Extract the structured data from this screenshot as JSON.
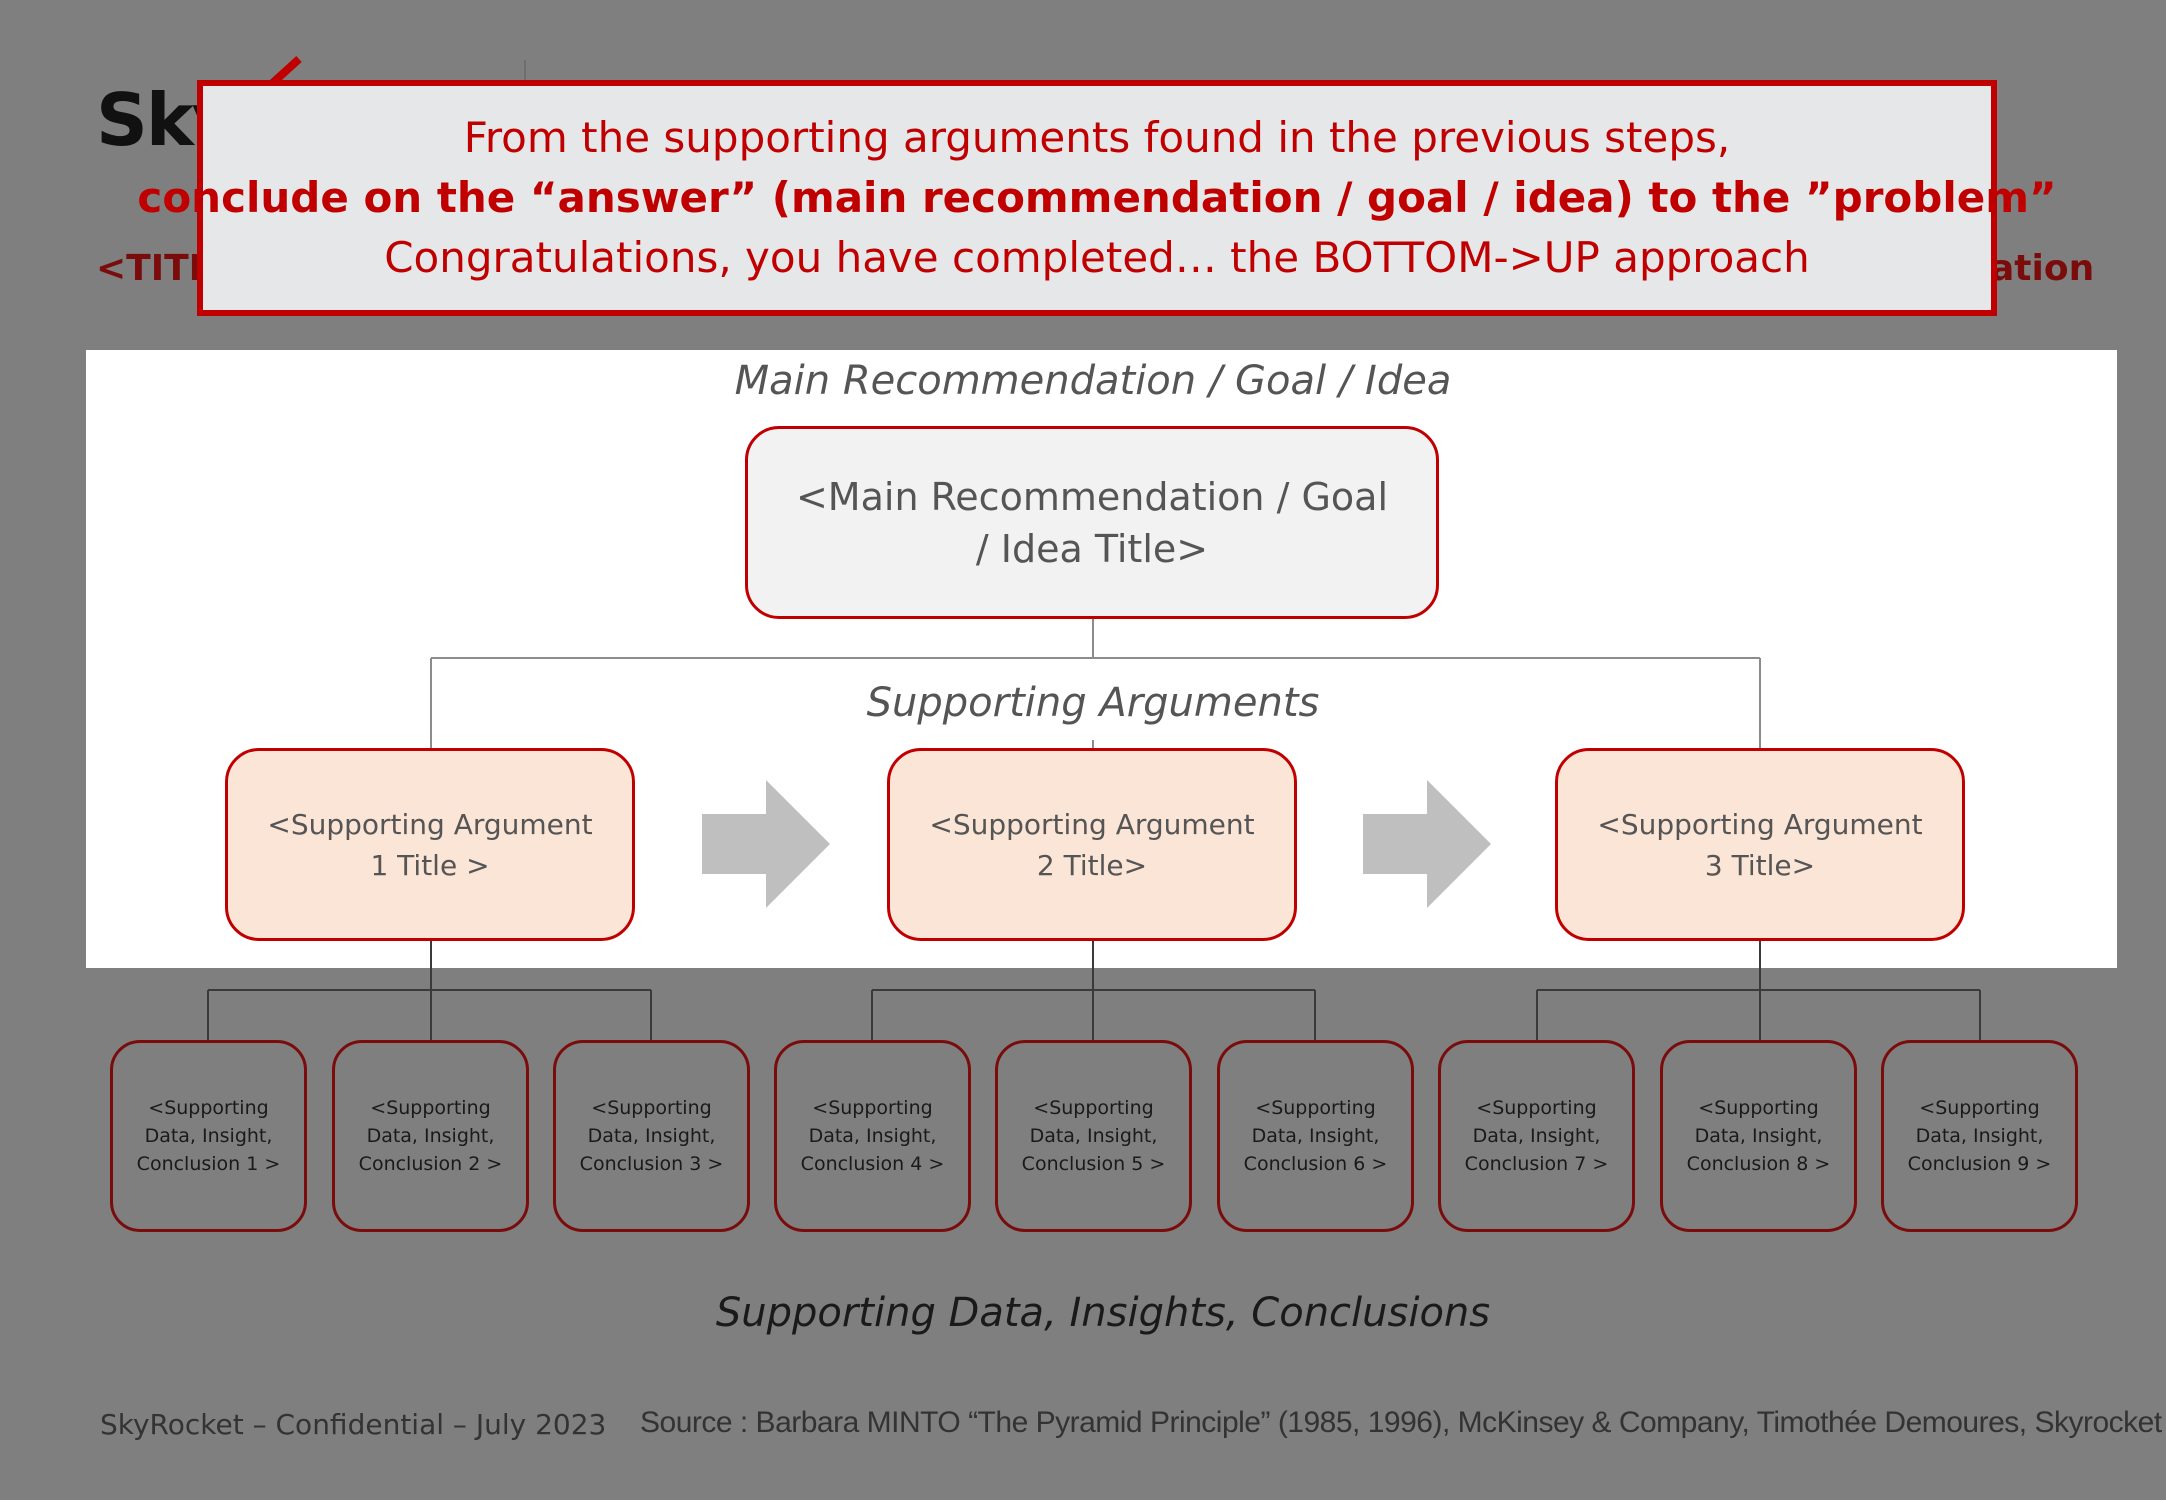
{
  "logo": {
    "text": "SkyR"
  },
  "slide_title": {
    "left": "<TITLE",
    "right": "ation"
  },
  "callout": {
    "line1": "From the supporting arguments found in the previous steps,",
    "line2": "conclude on the “answer” (main recommendation / goal / idea)  to the ”problem”",
    "line3": "Congratulations, you have completed… the BOTTOM->UP approach"
  },
  "diagram": {
    "main_label": "Main Recommendation / Goal / Idea",
    "main_box": "<Main Recommendation / Goal / Idea Title>",
    "arguments_label": "Supporting Arguments",
    "arguments": [
      "<Supporting Argument 1 Title >",
      "<Supporting Argument 2 Title>",
      "<Supporting Argument 3 Title>"
    ],
    "data_items": [
      "<Supporting Data, Insight, Conclusion 1 >",
      "<Supporting Data, Insight, Conclusion 2 >",
      "<Supporting Data, Insight, Conclusion 3 >",
      "<Supporting Data, Insight, Conclusion 4 >",
      "<Supporting Data, Insight, Conclusion 5 >",
      "<Supporting Data, Insight, Conclusion 6 >",
      "<Supporting Data, Insight, Conclusion 7 >",
      "<Supporting Data, Insight, Conclusion 8 >",
      "<Supporting Data, Insight, Conclusion 9 >"
    ],
    "data_label": "Supporting Data, Insights, Conclusions"
  },
  "footer": {
    "left": "SkyRocket – Confidential – July 2023",
    "right": "Source : Barbara MINTO “The Pyramid Principle” (1985, 1996), McKinsey & Company, Timothée Demoures, Skyrocket"
  },
  "colors": {
    "accent": "#c00000",
    "dark_red": "#7a0c0c",
    "argument_fill": "#fbe5d6",
    "background": "#7f7f7f"
  }
}
